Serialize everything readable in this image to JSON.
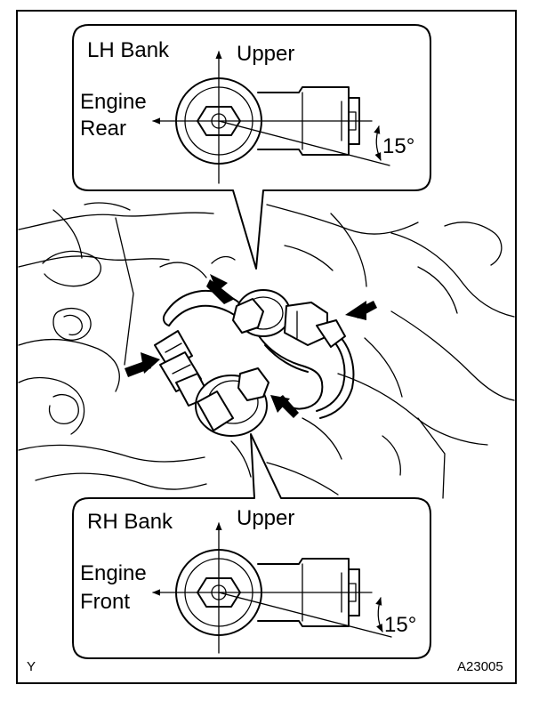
{
  "lh_detail": {
    "bank_label": "LH Bank",
    "up_label": "Upper",
    "side_label_line1": "Engine",
    "side_label_line2": "Rear",
    "angle_label": "15°"
  },
  "rh_detail": {
    "bank_label": "RH Bank",
    "up_label": "Upper",
    "side_label_line1": "Engine",
    "side_label_line2": "Front",
    "angle_label": "15°"
  },
  "corner_mark": "Y",
  "figure_code": "A23005",
  "icons": {
    "direction_arrow": "arrow-icon",
    "sensor": "knock-sensor-icon"
  },
  "colors": {
    "ink": "#000000",
    "paper": "#ffffff"
  }
}
